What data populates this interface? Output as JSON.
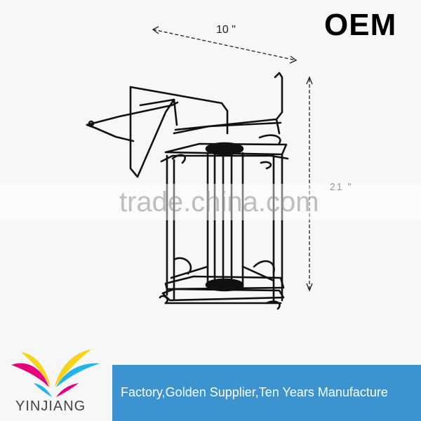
{
  "badge": {
    "label": "OEM"
  },
  "dimensions": {
    "width_label": "10 \"",
    "height_label": "21 \""
  },
  "watermark": {
    "text": "trade.china.com"
  },
  "brand": {
    "name": "YINJIANG"
  },
  "banner": {
    "text": "Factory,Golden Supplier,Ten Years Manufacture"
  },
  "colors": {
    "banner": "#3b94cf",
    "logo_yellow": "#f7d31a",
    "logo_magenta": "#e6007e",
    "logo_cyan": "#22b3e8"
  }
}
